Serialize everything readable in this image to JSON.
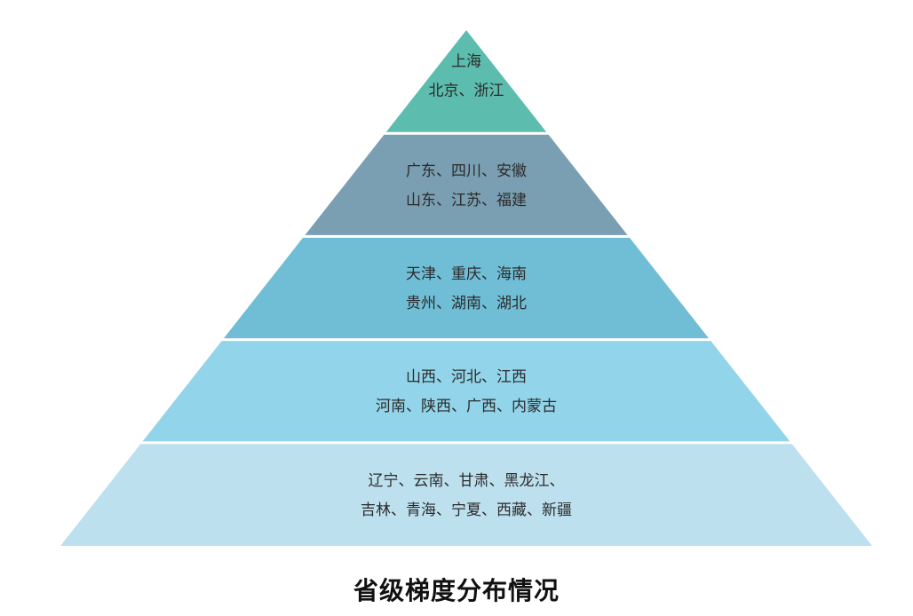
{
  "caption": "省级梯度分布情况",
  "tiers": [
    {
      "color": "#5cbcad",
      "lines": [
        "上海",
        "北京、浙江"
      ]
    },
    {
      "color": "#7a9fb2",
      "lines": [
        "广东、四川、安徽",
        "山东、江苏、福建"
      ]
    },
    {
      "color": "#70bdd6",
      "lines": [
        "天津、重庆、海南",
        "贵州、湖南、湖北"
      ]
    },
    {
      "color": "#92d4e9",
      "lines": [
        "山西、河北、江西",
        "河南、陕西、广西、内蒙古"
      ]
    },
    {
      "color": "#bde0ef",
      "lines": [
        "辽宁、云南、甘肃、黑龙江、",
        "吉林、青海、宁夏、西藏、新疆"
      ]
    }
  ]
}
